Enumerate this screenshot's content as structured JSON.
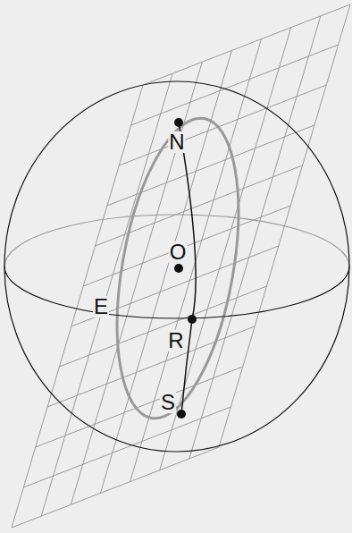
{
  "diagram": {
    "labels": [
      "N",
      "O",
      "E",
      "R",
      "S"
    ]
  }
}
